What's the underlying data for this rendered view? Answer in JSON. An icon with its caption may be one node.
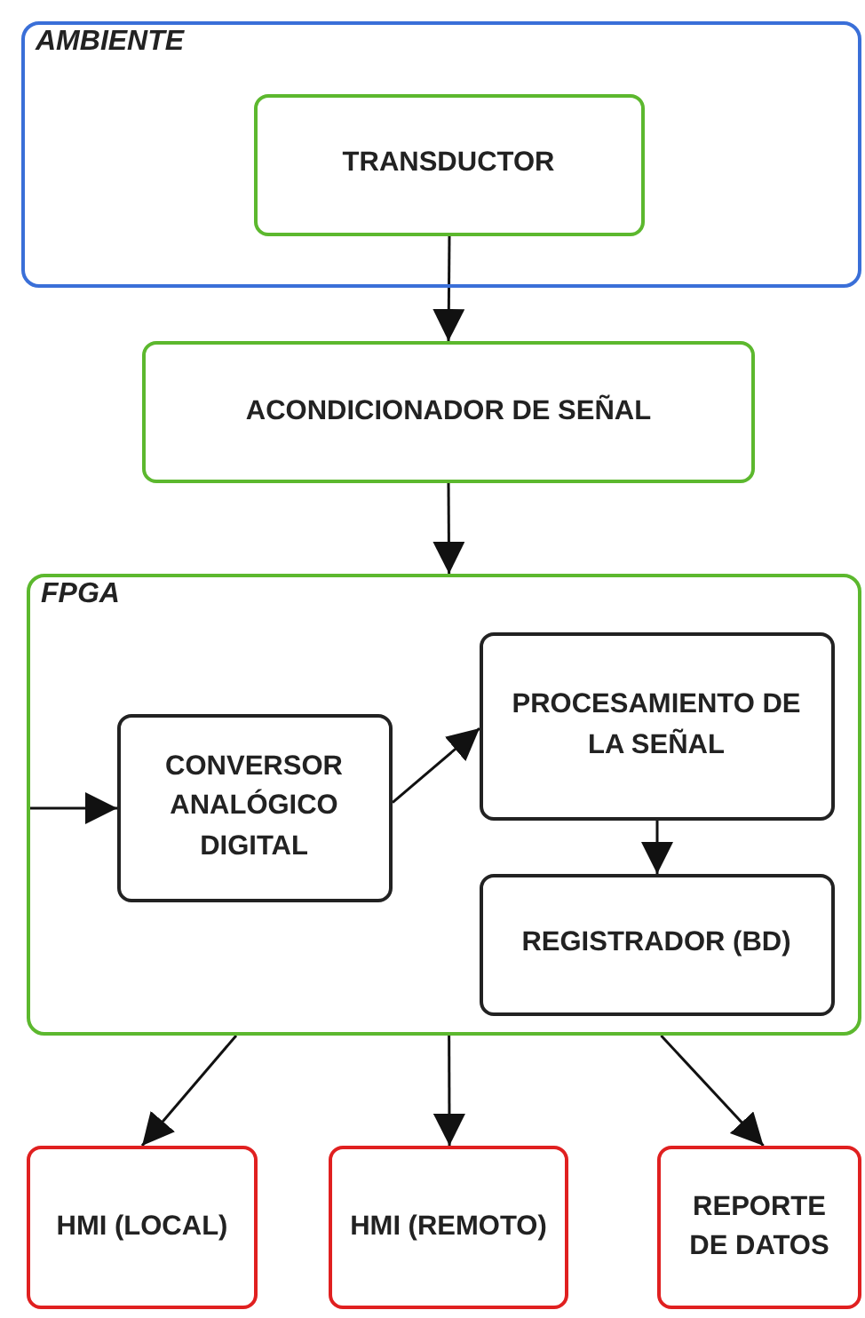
{
  "diagram": {
    "nodes": [
      {
        "text": [
          "AMBIENTE"
        ]
      },
      {
        "text": [
          "TRANSDUCTOR"
        ],
        "in": 0
      },
      {
        "text": [
          "ACONDICIONADOR DE SEÑAL"
        ]
      },
      {
        "text": [
          "FPGA"
        ]
      },
      {
        "text": [
          "CONVERSOR ANALÓGICO DIGITAL"
        ],
        "in": 3
      },
      {
        "text": [
          "PROCESAMIENTO DE LA SEÑAL"
        ],
        "in": 3
      },
      {
        "text": [
          "REGISTRADOR (BD)"
        ],
        "in": 3
      },
      {
        "text": [
          "HMI (LOCAL)"
        ]
      },
      {
        "text": [
          "HMI (REMOTO)"
        ]
      },
      {
        "text": [
          "REPORTE DE DATOS"
        ]
      }
    ],
    "edges": [
      {
        "from": 1,
        "to": 2,
        "arrow": "to"
      },
      {
        "from": 2,
        "to": 3,
        "arrow": "to"
      },
      {
        "from": null,
        "to": 4,
        "arrow": "to"
      },
      {
        "from": 4,
        "to": 5,
        "arrow": "to"
      },
      {
        "from": 5,
        "to": 6,
        "arrow": "to"
      },
      {
        "from": 3,
        "to": 7,
        "arrow": "to"
      },
      {
        "from": 3,
        "to": 8,
        "arrow": "to"
      },
      {
        "from": 3,
        "to": 9,
        "arrow": "to"
      }
    ]
  }
}
